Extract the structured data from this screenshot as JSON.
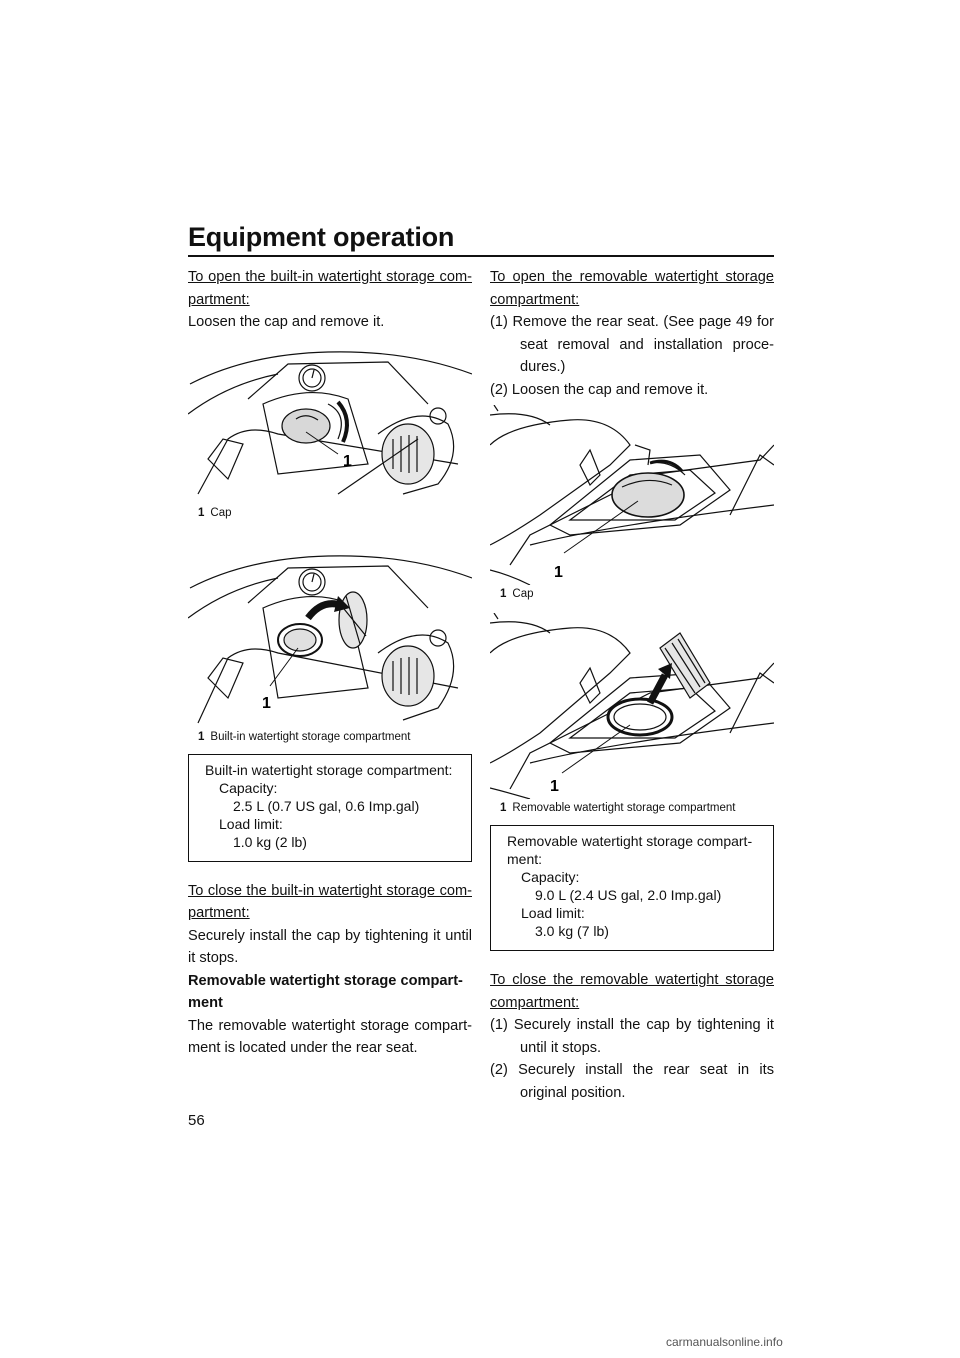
{
  "header": {
    "title": "Equipment operation"
  },
  "left": {
    "open_builtin_heading_1": "To open the built-in watertight storage com-",
    "open_builtin_heading_2": "partment:",
    "open_builtin_text": "Loosen the cap and remove it.",
    "fig1": {
      "callout": "1",
      "caption_num": "1",
      "caption": "Cap"
    },
    "fig2": {
      "callout": "1",
      "caption_num": "1",
      "caption": "Built-in watertight storage compartment"
    },
    "spec": {
      "title": "Built-in watertight storage compartment:",
      "capacity_label": "Capacity:",
      "capacity_value": "2.5 L (0.7 US gal, 0.6 Imp.gal)",
      "load_label": "Load limit:",
      "load_value": "1.0 kg (2 lb)"
    },
    "close_builtin_heading_1": "To close the built-in watertight storage com-",
    "close_builtin_heading_2": "partment:",
    "close_builtin_text": "Securely install the cap by tightening it until it stops.",
    "removable_heading": "Removable watertight storage compart- ment",
    "removable_text": "The removable watertight storage compart- ment is located under the rear seat."
  },
  "right": {
    "open_removable_heading_1": "To open the removable watertight storage",
    "open_removable_heading_2": "compartment:",
    "open_steps": [
      "(1)  Remove the rear seat. (See page 49 for seat removal and installation proce- dures.)",
      "(2)  Loosen the cap and remove it."
    ],
    "fig3": {
      "callout": "1",
      "caption_num": "1",
      "caption": "Cap"
    },
    "fig4": {
      "callout": "1",
      "caption_num": "1",
      "caption": "Removable watertight storage compartment"
    },
    "spec": {
      "title_1": "Removable watertight storage compart-",
      "title_2": "ment:",
      "capacity_label": "Capacity:",
      "capacity_value": "9.0 L (2.4 US gal, 2.0 Imp.gal)",
      "load_label": "Load limit:",
      "load_value": "3.0 kg (7 lb)"
    },
    "close_removable_heading_1": "To close the removable watertight storage",
    "close_removable_heading_2": "compartment:",
    "close_steps": [
      "(1)  Securely install the cap by tightening it until it stops.",
      "(2)  Securely install the rear seat in its original position."
    ]
  },
  "page_number": "56",
  "footer": "carmanualsonline.info"
}
